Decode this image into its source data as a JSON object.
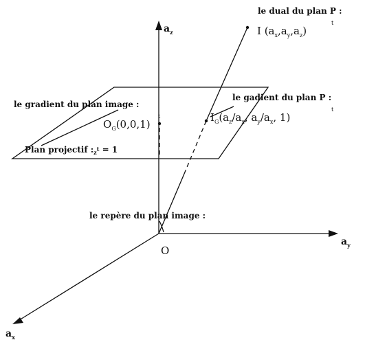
{
  "labels": {
    "dual_title": "le dual du plan P :",
    "dual_point": "I (a",
    "dual_sub_x": "x",
    "dual_comma_1": ",a",
    "dual_sub_y": "y",
    "dual_comma_2": ",a",
    "dual_sub_z": "z",
    "dual_close": ")",
    "dual_t": "t",
    "grad_image_title": "le gradient du plan image :",
    "grad_image_point": "O",
    "grad_image_sub": "G",
    "grad_image_coords": "(0,0,1)",
    "grad_image_t": "t",
    "grad_p_title": "le gadient du plan P :",
    "grad_p_point": "I",
    "grad_p_sub": "G",
    "grad_p_open": "(a",
    "grad_p_sub_z1": "z",
    "grad_p_div1": "/a",
    "grad_p_sub_x1": "x",
    "grad_p_comma1": ", a",
    "grad_p_sub_y": "y",
    "grad_p_div2": "/a",
    "grad_p_sub_x2": "x",
    "grad_p_tail": ", 1)",
    "grad_p_t": "t",
    "plan_projectif": "Plan projectif :",
    "plan_projectif_z": "z",
    "plan_projectif_t": "t",
    "plan_projectif_eq": " = 1",
    "repere": "le repère du plan image :",
    "origin": "O"
  },
  "axes": {
    "z_base": "a",
    "z_sub": "z",
    "y_base": "a",
    "y_sub": "y",
    "x_base": "a",
    "x_sub": "x"
  }
}
